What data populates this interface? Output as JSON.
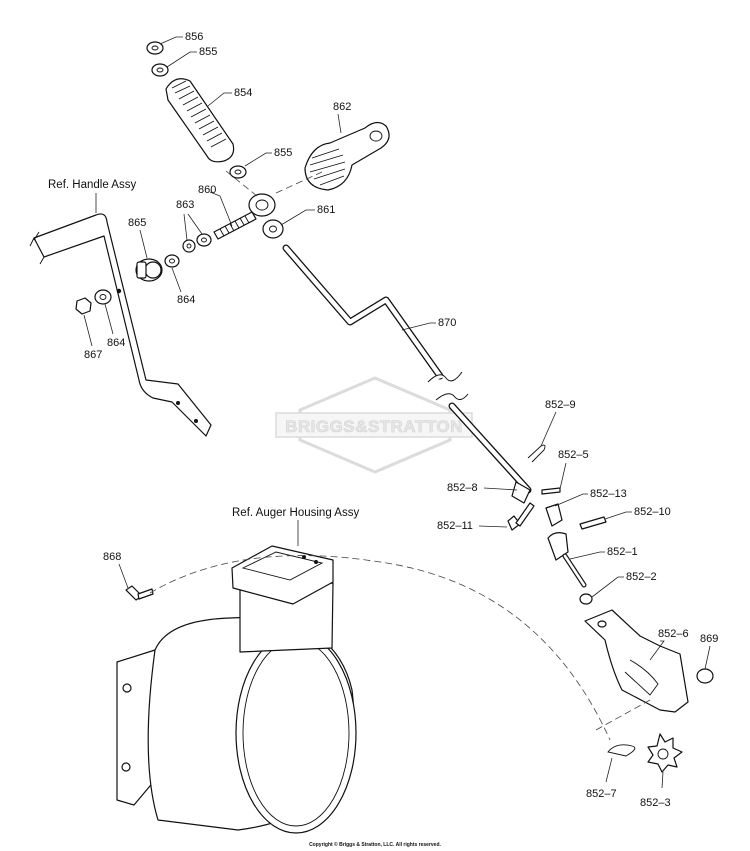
{
  "watermark": {
    "text": "BRIGGS&STRATTON"
  },
  "copyright": "Copyright © Briggs & Stratton, LLC. All rights reserved.",
  "references": {
    "handle": "Ref. Handle Assy",
    "auger": "Ref. Auger Housing Assy"
  },
  "parts": [
    {
      "id": "856-top",
      "label": "856"
    },
    {
      "id": "855-top",
      "label": "855"
    },
    {
      "id": "854",
      "label": "854"
    },
    {
      "id": "862",
      "label": "862"
    },
    {
      "id": "855-mid",
      "label": "855"
    },
    {
      "id": "860",
      "label": "860"
    },
    {
      "id": "861",
      "label": "861"
    },
    {
      "id": "863",
      "label": "863"
    },
    {
      "id": "865",
      "label": "865"
    },
    {
      "id": "864-right",
      "label": "864"
    },
    {
      "id": "864-left",
      "label": "864"
    },
    {
      "id": "867",
      "label": "867"
    },
    {
      "id": "870",
      "label": "870"
    },
    {
      "id": "852-9",
      "label": "852–9"
    },
    {
      "id": "852-5",
      "label": "852–5"
    },
    {
      "id": "852-8",
      "label": "852–8"
    },
    {
      "id": "852-13",
      "label": "852–13"
    },
    {
      "id": "852-10",
      "label": "852–10"
    },
    {
      "id": "852-11",
      "label": "852–11"
    },
    {
      "id": "852-1",
      "label": "852–1"
    },
    {
      "id": "852-2",
      "label": "852–2"
    },
    {
      "id": "868",
      "label": "868"
    },
    {
      "id": "852-6",
      "label": "852–6"
    },
    {
      "id": "869",
      "label": "869"
    },
    {
      "id": "852-7",
      "label": "852–7"
    },
    {
      "id": "852-3",
      "label": "852–3"
    }
  ]
}
